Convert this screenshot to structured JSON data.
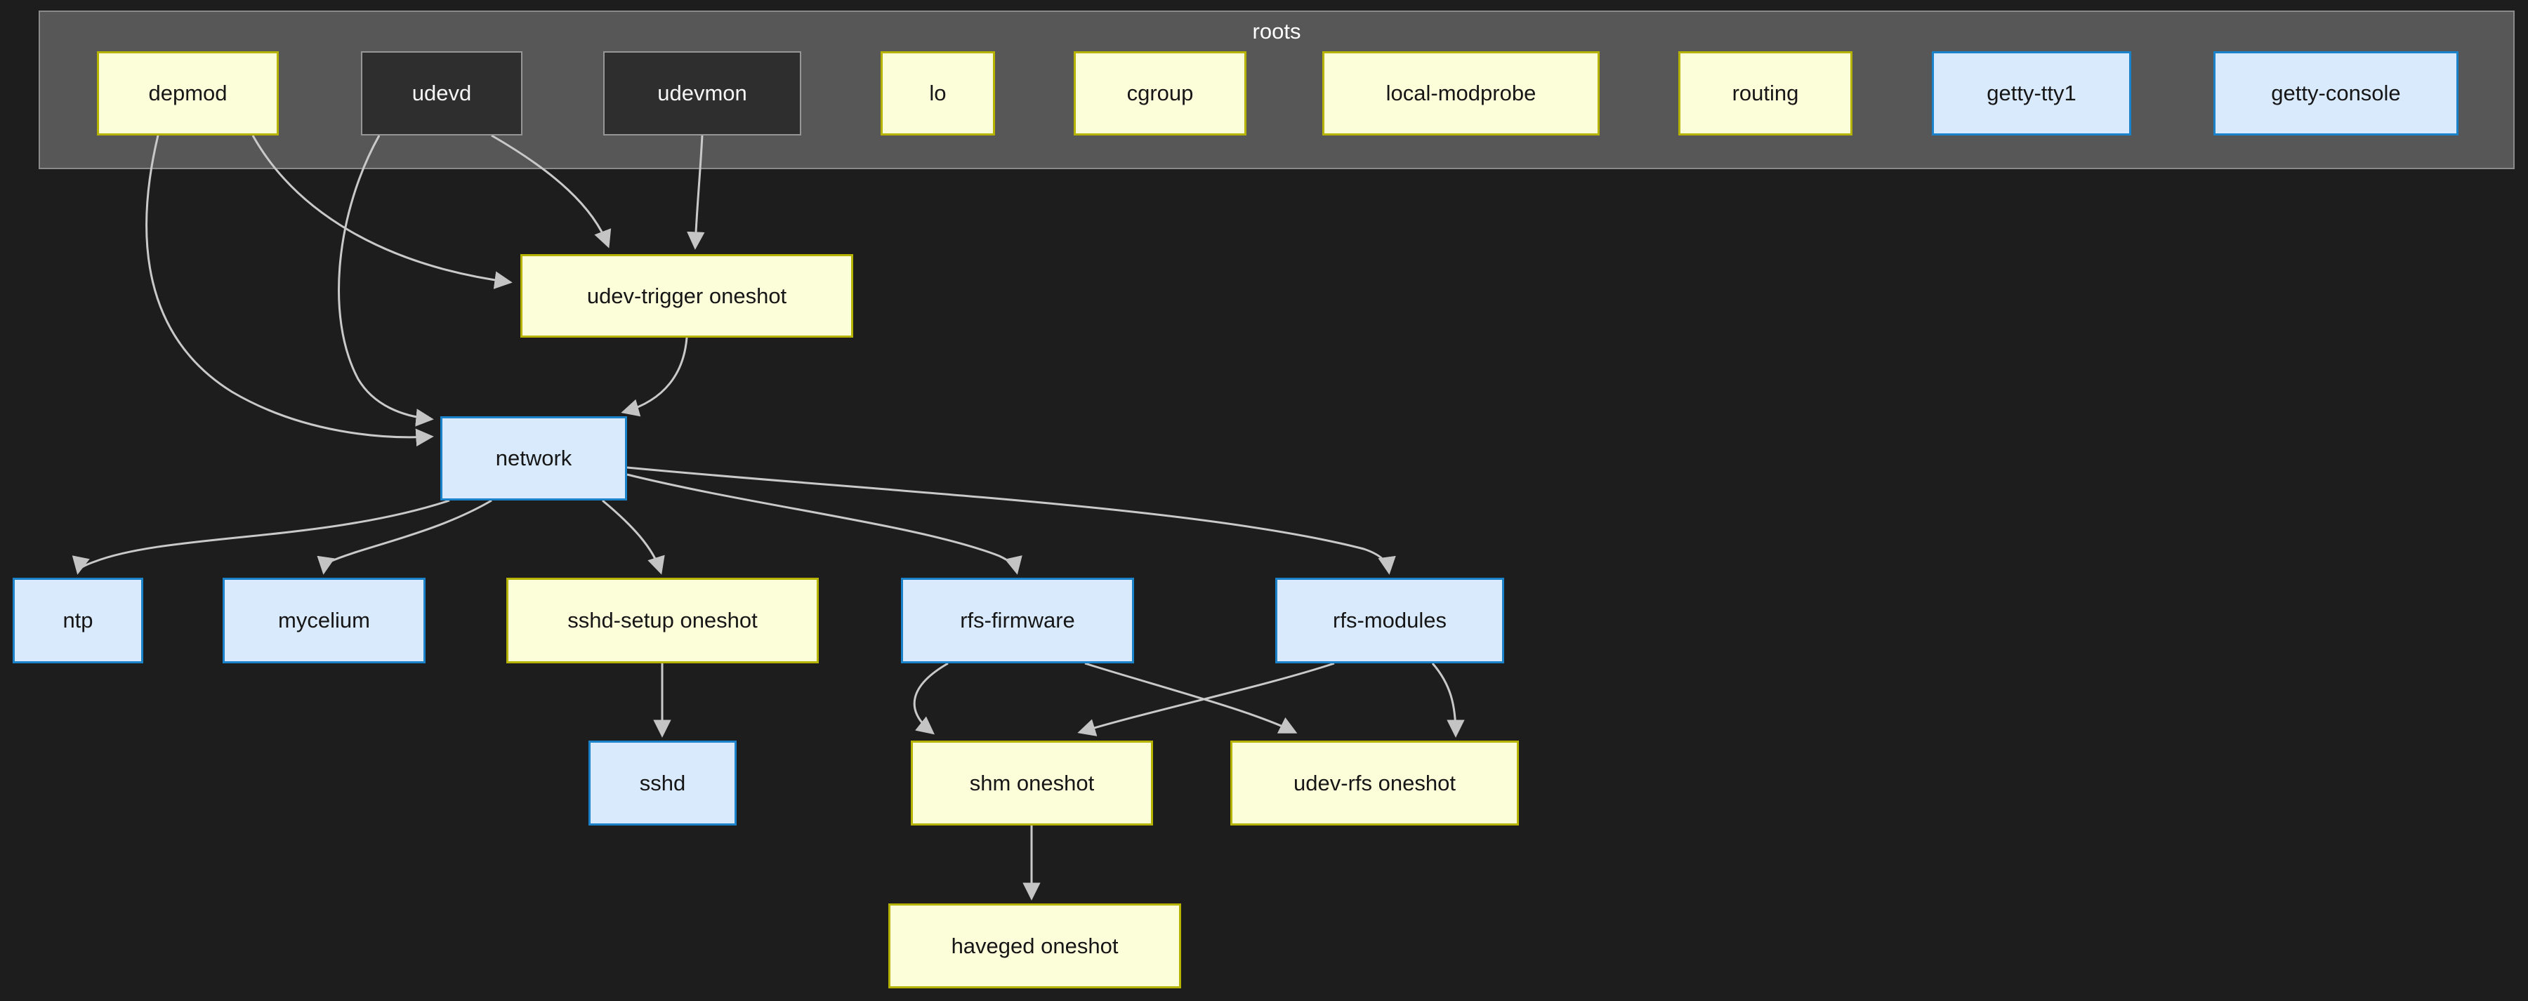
{
  "diagram": {
    "type": "dependency-graph",
    "cluster_label": "roots",
    "colors": {
      "background": "#1d1d1d",
      "cluster_fill": "#575757",
      "cluster_border": "#8a8a8a",
      "cluster_label_text": "#ffffff",
      "yellow_node_fill": "#fcfdd9",
      "yellow_node_border": "#b5b200",
      "dark_node_fill": "#2e2e2e",
      "dark_node_border": "#969696",
      "blue_node_fill": "#d9eafc",
      "blue_node_border": "#1982c8",
      "node_text_light_bg": "#161616",
      "node_text_dark_bg": "#f5f5f5",
      "edge": "#c9c9c9"
    },
    "nodes": [
      {
        "id": "depmod",
        "label": "depmod",
        "variant": "yellow",
        "in_cluster": true
      },
      {
        "id": "udevd",
        "label": "udevd",
        "variant": "dark",
        "in_cluster": true
      },
      {
        "id": "udevmon",
        "label": "udevmon",
        "variant": "dark",
        "in_cluster": true
      },
      {
        "id": "lo",
        "label": "lo",
        "variant": "yellow",
        "in_cluster": true
      },
      {
        "id": "cgroup",
        "label": "cgroup",
        "variant": "yellow",
        "in_cluster": true
      },
      {
        "id": "local-modprobe",
        "label": "local-modprobe",
        "variant": "yellow",
        "in_cluster": true
      },
      {
        "id": "routing",
        "label": "routing",
        "variant": "yellow",
        "in_cluster": true
      },
      {
        "id": "getty-tty1",
        "label": "getty-tty1",
        "variant": "blue",
        "in_cluster": true
      },
      {
        "id": "getty-console",
        "label": "getty-console",
        "variant": "blue",
        "in_cluster": true
      },
      {
        "id": "udev-trigger",
        "label": "udev-trigger oneshot",
        "variant": "yellow",
        "in_cluster": false
      },
      {
        "id": "network",
        "label": "network",
        "variant": "blue",
        "in_cluster": false
      },
      {
        "id": "ntp",
        "label": "ntp",
        "variant": "blue",
        "in_cluster": false
      },
      {
        "id": "mycelium",
        "label": "mycelium",
        "variant": "blue",
        "in_cluster": false
      },
      {
        "id": "sshd-setup",
        "label": "sshd-setup oneshot",
        "variant": "yellow",
        "in_cluster": false
      },
      {
        "id": "rfs-firmware",
        "label": "rfs-firmware",
        "variant": "blue",
        "in_cluster": false
      },
      {
        "id": "rfs-modules",
        "label": "rfs-modules",
        "variant": "blue",
        "in_cluster": false
      },
      {
        "id": "sshd",
        "label": "sshd",
        "variant": "blue",
        "in_cluster": false
      },
      {
        "id": "shm",
        "label": "shm oneshot",
        "variant": "yellow",
        "in_cluster": false
      },
      {
        "id": "udev-rfs",
        "label": "udev-rfs oneshot",
        "variant": "yellow",
        "in_cluster": false
      },
      {
        "id": "haveged",
        "label": "haveged oneshot",
        "variant": "yellow",
        "in_cluster": false
      }
    ],
    "edges": [
      {
        "from": "depmod",
        "to": "udev-trigger"
      },
      {
        "from": "depmod",
        "to": "network"
      },
      {
        "from": "udevd",
        "to": "udev-trigger"
      },
      {
        "from": "udevd",
        "to": "network"
      },
      {
        "from": "udevmon",
        "to": "udev-trigger"
      },
      {
        "from": "udev-trigger",
        "to": "network"
      },
      {
        "from": "network",
        "to": "ntp"
      },
      {
        "from": "network",
        "to": "mycelium"
      },
      {
        "from": "network",
        "to": "sshd-setup"
      },
      {
        "from": "network",
        "to": "rfs-firmware"
      },
      {
        "from": "network",
        "to": "rfs-modules"
      },
      {
        "from": "sshd-setup",
        "to": "sshd"
      },
      {
        "from": "rfs-firmware",
        "to": "shm"
      },
      {
        "from": "rfs-firmware",
        "to": "udev-rfs"
      },
      {
        "from": "rfs-modules",
        "to": "shm"
      },
      {
        "from": "rfs-modules",
        "to": "udev-rfs"
      },
      {
        "from": "shm",
        "to": "haveged"
      }
    ]
  }
}
